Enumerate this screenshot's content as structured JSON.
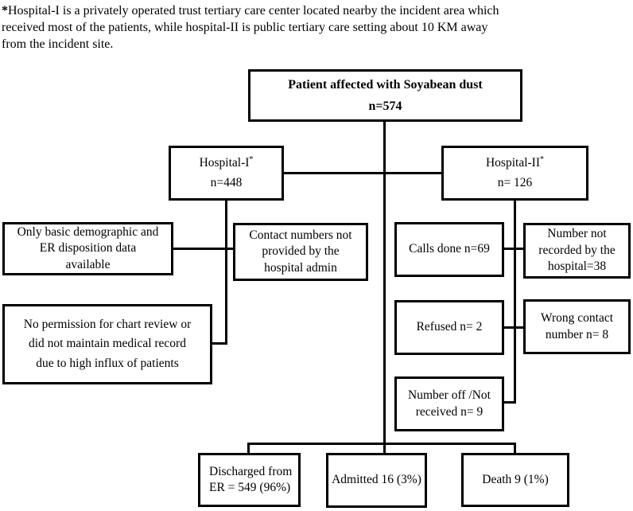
{
  "footnote": {
    "marker": "*",
    "text": "Hospital-I is a privately operated trust tertiary care center located nearby the incident area which\nreceived most of the patients, while hospital-II is public tertiary care setting about 10 KM away\nfrom the incident site."
  },
  "flowchart": {
    "root": {
      "text": "Patient affected with Soyabean dust\nn=574"
    },
    "hospital1": {
      "label": "Hospital-I",
      "sup": "*",
      "count": "n=448"
    },
    "hospital2": {
      "label": "Hospital-II",
      "sup": "*",
      "count": "n= 126"
    },
    "left_branch": {
      "only_basic": "Only basic demographic and\nER disposition data\navailable",
      "contact_numbers": "Contact numbers not\nprovided by the\nhospital admin",
      "no_permission": "No permission for chart review or\ndid not maintain medical record\ndue to high influx of patients"
    },
    "right_branch": {
      "calls_done": "Calls done n=69",
      "number_not_recorded": "Number not\nrecorded by the\nhospital=38",
      "refused": "Refused n= 2",
      "wrong_contact": "Wrong contact\nnumber n= 8",
      "number_off": "Number off /Not\nreceived n= 9"
    },
    "outcomes": {
      "discharged": "Discharged from\nER = 549 (96%)",
      "admitted": "Admitted 16 (3%)",
      "death": "Death 9 (1%)"
    }
  },
  "colors": {
    "line": "#000000",
    "background": "#ffffff",
    "text": "#000000"
  }
}
